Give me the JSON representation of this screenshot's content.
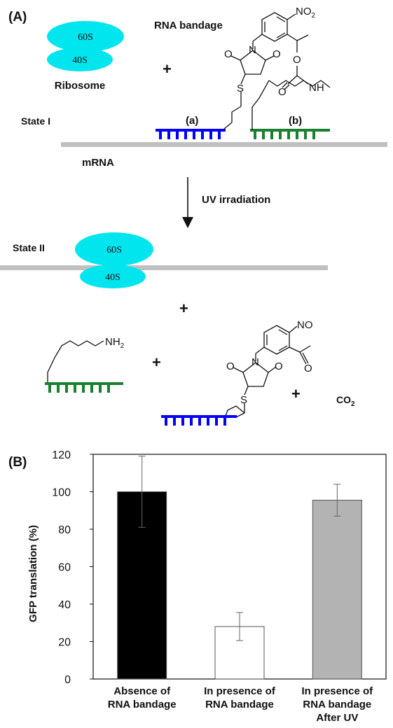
{
  "panel_a": {
    "label": "(A)",
    "ribosome": {
      "large": "60S",
      "small": "40S",
      "caption": "Ribosome"
    },
    "bandage_title": "RNA bandage",
    "plus": "+",
    "state1": "State I",
    "state2": "State II",
    "mrna": "mRNA",
    "strand_a": "(a)",
    "strand_b": "(b)",
    "uv": "UV irradiation",
    "chem": {
      "no2": "NO",
      "no2_sub": "2",
      "no": "NO",
      "nh": "NH",
      "nh2": "NH",
      "nh2_sub": "2",
      "n": "N",
      "o": "O",
      "s": "S",
      "co2": "CO",
      "co2_sub": "2"
    },
    "colors": {
      "ribosome": "#00E5EE",
      "strand_a": "#0000FF",
      "strand_b": "#1A7F2E",
      "mrna": "#C0C0C0"
    }
  },
  "panel_b": {
    "label": "(B)"
  },
  "chart_data": {
    "type": "bar",
    "ylabel": "GFP translation  (%)",
    "ylim": [
      0,
      120
    ],
    "yticks": [
      0,
      20,
      40,
      60,
      80,
      100,
      120
    ],
    "categories": [
      [
        "Absence of",
        "RNA bandage"
      ],
      [
        "In presence of",
        "RNA bandage"
      ],
      [
        "In presence of",
        "RNA bandage",
        "After UV"
      ]
    ],
    "values": [
      100,
      28,
      95.5
    ],
    "errors": [
      19,
      7.5,
      8.5
    ],
    "colors": [
      "#000000",
      "#FFFFFF",
      "#B3B3B3"
    ]
  }
}
